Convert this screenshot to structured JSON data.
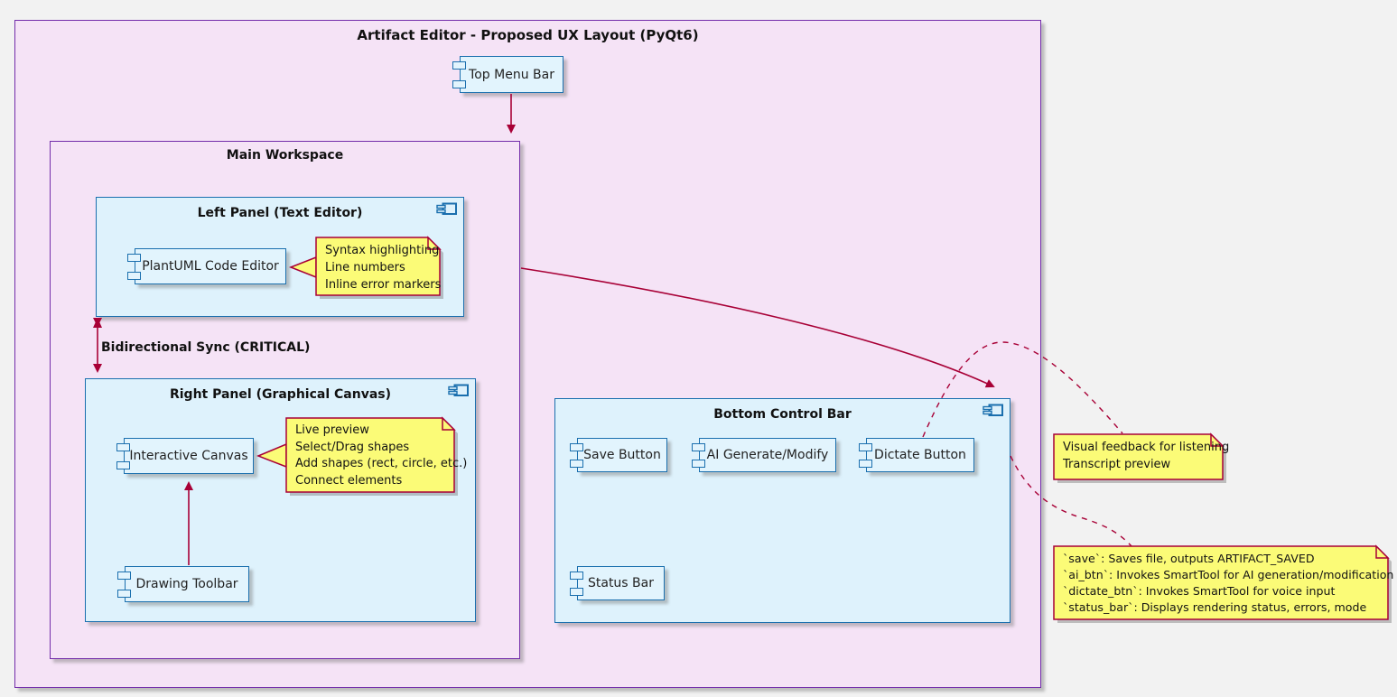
{
  "diagram": {
    "title": "Artifact Editor - Proposed UX Layout (PyQt6)",
    "top_menu_bar": {
      "label": "Top Menu Bar"
    },
    "main_workspace": {
      "title": "Main Workspace",
      "left_panel": {
        "title": "Left Panel (Text Editor)",
        "component": "PlantUML Code Editor",
        "note_lines": [
          "Syntax highlighting",
          "Line numbers",
          "Inline error markers"
        ]
      },
      "sync_label": "Bidirectional Sync (CRITICAL)",
      "right_panel": {
        "title": "Right Panel (Graphical Canvas)",
        "canvas_component": "Interactive Canvas",
        "canvas_note_lines": [
          "Live preview",
          "Select/Drag shapes",
          "Add shapes (rect, circle, etc.)",
          "Connect elements"
        ],
        "toolbar_component": "Drawing Toolbar"
      }
    },
    "bottom_control_bar": {
      "title": "Bottom Control Bar",
      "save_button": "Save Button",
      "ai_button": "AI Generate/Modify",
      "dictate_button": "Dictate Button",
      "status_bar": "Status Bar"
    },
    "dictate_note_lines": [
      "Visual feedback for listening",
      "Transcript preview"
    ],
    "behavior_note_lines": [
      "`save`: Saves file, outputs ARTIFACT_SAVED",
      "`ai_btn`: Invokes SmartTool for AI generation/modification",
      "`dictate_btn`: Invokes SmartTool for voice input",
      "`status_bar`: Displays rendering status, errors, mode"
    ],
    "colors": {
      "canvas_background": "#f2f2f2",
      "package_fill": "#f5e3f6",
      "package_border": "#732daa",
      "component_fill": "#def2fc",
      "component_border": "#1a6fae",
      "note_fill": "#fbfb77",
      "note_border": "#a80036",
      "arrow": "#a80036",
      "text": "#1b1b1b"
    }
  }
}
